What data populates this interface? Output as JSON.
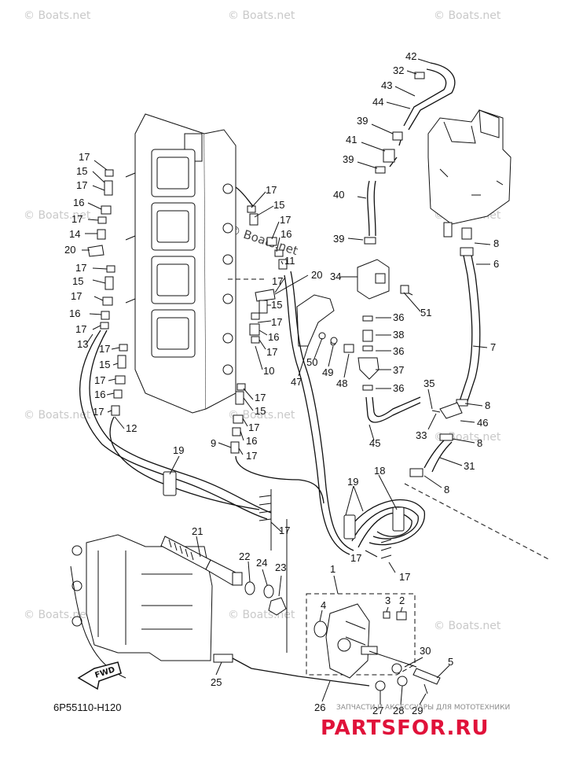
{
  "watermarks": [
    "© Boats.net",
    "© Boats.net",
    "© Boats.net",
    "© Boats.net",
    "© Boats.net",
    "© Boats.net",
    "© Boats.net",
    "© Boats.net",
    "© Boats.net",
    "© Boats.net",
    "© Boats.net"
  ],
  "center_watermark": "© Boats.net",
  "part_code": "6P55110-H120",
  "fwd_label": "FWD",
  "footer": {
    "russian_text": "ЗАПЧАСТИ И АКСЕССУАРЫ ДЛЯ МОТОТЕХНИКИ",
    "brand_text": "PARTSFOR.RU"
  },
  "callouts": [
    "42",
    "32",
    "43",
    "44",
    "39",
    "41",
    "39",
    "40",
    "39",
    "8",
    "6",
    "34",
    "51",
    "36",
    "38",
    "36",
    "37",
    "36",
    "50",
    "49",
    "48",
    "47",
    "35",
    "33",
    "8",
    "46",
    "45",
    "8",
    "31",
    "8",
    "7",
    "17",
    "15",
    "17",
    "16",
    "17",
    "14",
    "20",
    "17",
    "15",
    "17",
    "16",
    "17",
    "13",
    "17",
    "15",
    "17",
    "16",
    "17",
    "12",
    "17",
    "15",
    "17",
    "16",
    "11",
    "17",
    "20",
    "15",
    "17",
    "16",
    "17",
    "10",
    "17",
    "15",
    "17",
    "16",
    "17",
    "9",
    "19",
    "18",
    "19",
    "17",
    "17",
    "17",
    "21",
    "22",
    "24",
    "23",
    "1",
    "4",
    "3",
    "2",
    "30",
    "5",
    "25",
    "26",
    "27",
    "28",
    "29"
  ]
}
